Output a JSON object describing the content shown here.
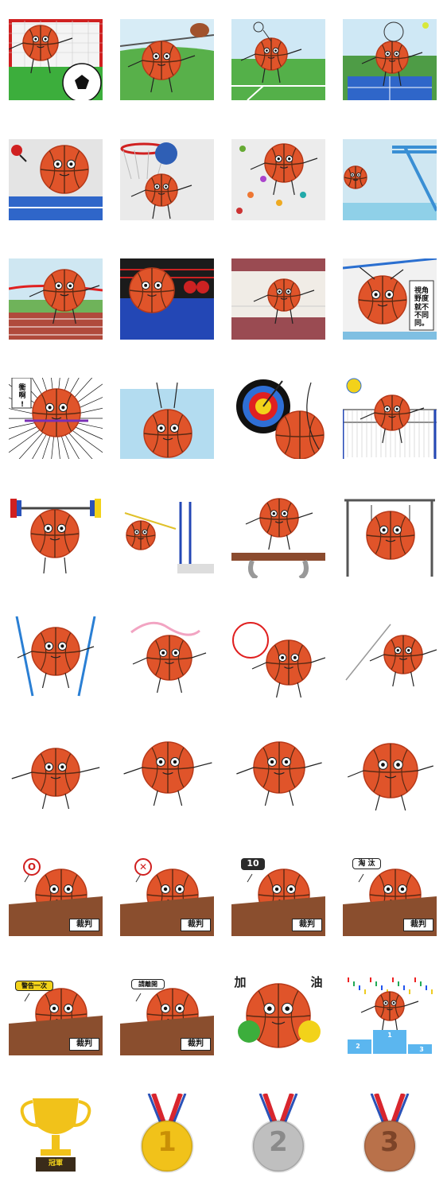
{
  "title": "",
  "colors": {
    "ball": "#e0542a",
    "ball_dark": "#b83a1a",
    "seam": "#5a2a14",
    "grass": "#3cae3c",
    "sky": "#bfe3f5",
    "court_blue": "#2f66c9",
    "track": "#b04a3c",
    "desk": "#8a4e2e",
    "gold": "#f1c21a",
    "silver": "#bfbfbf",
    "bronze": "#b9714a",
    "ribbon_red": "#d8262e",
    "ribbon_blue": "#2a52b8"
  },
  "stickers": [
    {
      "name": "soccer-goalkeeper",
      "text": ""
    },
    {
      "name": "baseball-catch",
      "text": ""
    },
    {
      "name": "badminton",
      "text": ""
    },
    {
      "name": "tennis",
      "text": ""
    },
    {
      "name": "table-tennis",
      "text": ""
    },
    {
      "name": "basketball-dunk",
      "text": ""
    },
    {
      "name": "rock-climbing",
      "text": ""
    },
    {
      "name": "diving",
      "text": ""
    },
    {
      "name": "track-finish",
      "text": ""
    },
    {
      "name": "boxing",
      "text": ""
    },
    {
      "name": "hurdles",
      "text": ""
    },
    {
      "name": "handstand-angle",
      "text": "視角\n野度\n就不\n不同\n同。"
    },
    {
      "name": "cycling-charge",
      "text": "衝\n啊\n!"
    },
    {
      "name": "swimming-handstand",
      "text": ""
    },
    {
      "name": "archery",
      "text": ""
    },
    {
      "name": "volleyball",
      "text": ""
    },
    {
      "name": "weightlifting",
      "text": ""
    },
    {
      "name": "high-jump",
      "text": ""
    },
    {
      "name": "pommel-horse",
      "text": ""
    },
    {
      "name": "still-rings",
      "text": ""
    },
    {
      "name": "gymnastics-straps",
      "text": ""
    },
    {
      "name": "ribbon-dance",
      "text": ""
    },
    {
      "name": "hoop-dance",
      "text": ""
    },
    {
      "name": "javelin",
      "text": ""
    },
    {
      "name": "dance-pose-1",
      "text": ""
    },
    {
      "name": "dance-pose-2",
      "text": ""
    },
    {
      "name": "dance-pose-3",
      "text": ""
    },
    {
      "name": "dance-pose-4",
      "text": ""
    },
    {
      "name": "judge-correct",
      "text": "裁判",
      "sign": "O"
    },
    {
      "name": "judge-wrong",
      "text": "裁判",
      "sign": "✕"
    },
    {
      "name": "judge-score",
      "text": "裁判",
      "sign": "10"
    },
    {
      "name": "judge-eliminated",
      "text": "裁判",
      "sign": "淘 汰"
    },
    {
      "name": "judge-warning",
      "text": "裁判",
      "sign": "警告一次"
    },
    {
      "name": "judge-leave",
      "text": "裁判",
      "sign": "請離開"
    },
    {
      "name": "cheer",
      "text": "加",
      "text2": "油"
    },
    {
      "name": "podium-winner",
      "text": "2",
      "text2": "1",
      "text3": "3"
    },
    {
      "name": "trophy",
      "text": "冠軍"
    },
    {
      "name": "gold-medal",
      "text": "1"
    },
    {
      "name": "silver-medal",
      "text": "2"
    },
    {
      "name": "bronze-medal",
      "text": "3"
    }
  ]
}
